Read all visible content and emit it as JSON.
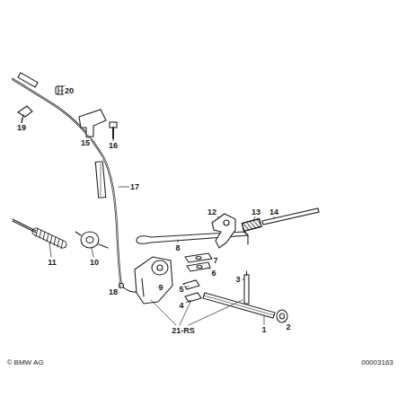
{
  "diagram": {
    "labels": [
      "20",
      "19",
      "15",
      "16",
      "17",
      "12",
      "13",
      "14",
      "8",
      "11",
      "10",
      "7",
      "6",
      "3",
      "9",
      "5",
      "18",
      "4",
      "21-RS",
      "1",
      "2",
      "© BMW AG",
      "00003163"
    ]
  }
}
